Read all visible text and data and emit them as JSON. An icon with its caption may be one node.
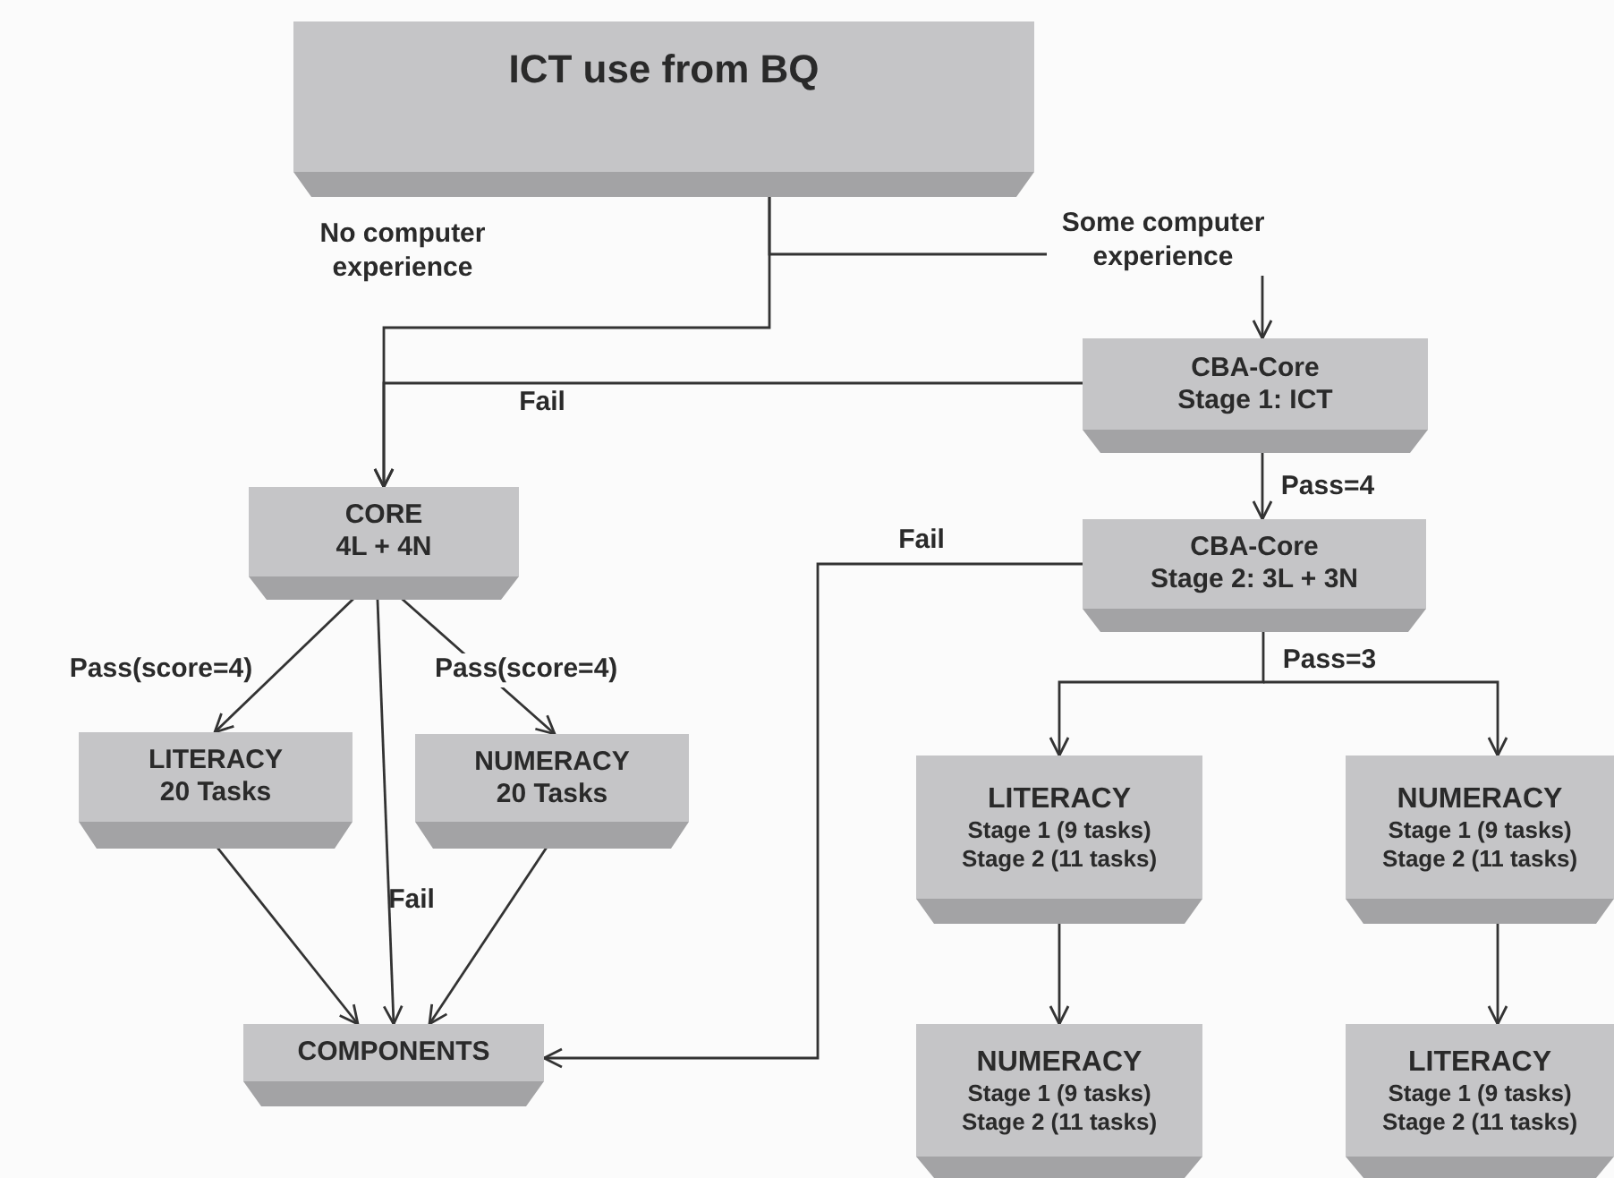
{
  "diagram": {
    "nodes": [
      {
        "text": [
          "ICT use from BQ"
        ]
      },
      {
        "text": [
          "CBA-Core",
          "Stage 1: ICT"
        ]
      },
      {
        "text": [
          "CORE",
          "4L + 4N"
        ]
      },
      {
        "text": [
          "CBA-Core",
          "Stage 2: 3L + 3N"
        ]
      },
      {
        "text": [
          "LITERACY",
          "20 Tasks"
        ]
      },
      {
        "text": [
          "NUMERACY",
          "20 Tasks"
        ]
      },
      {
        "text": [
          "COMPONENTS"
        ]
      },
      {
        "text": [
          "LITERACY",
          "Stage 1 (9 tasks)",
          "Stage 2 (11 tasks)"
        ]
      },
      {
        "text": [
          "NUMERACY",
          "Stage 1 (9 tasks)",
          "Stage 2 (11 tasks)"
        ]
      },
      {
        "text": [
          "NUMERACY",
          "Stage 1 (9 tasks)",
          "Stage 2 (11 tasks)"
        ]
      },
      {
        "text": [
          "LITERACY",
          "Stage 1 (9 tasks)",
          "Stage 2 (11 tasks)"
        ]
      }
    ],
    "edges": [
      {
        "from": 0,
        "to": 2,
        "arrow": "to",
        "label": "No computer experience"
      },
      {
        "from": 0,
        "to": 1,
        "arrow": "to",
        "label": "Some computer experience"
      },
      {
        "from": 1,
        "to": 2,
        "arrow": "to",
        "label": "Fail"
      },
      {
        "from": 1,
        "to": 3,
        "arrow": "to",
        "label": "Pass=4"
      },
      {
        "from": 3,
        "to": 6,
        "arrow": "to",
        "label": "Fail"
      },
      {
        "from": 3,
        "to": 7,
        "arrow": "to",
        "label": "Pass=3"
      },
      {
        "from": 3,
        "to": 8,
        "arrow": "to"
      },
      {
        "from": 2,
        "to": 4,
        "arrow": "to",
        "label": "Pass(score=4)"
      },
      {
        "from": 2,
        "to": 5,
        "arrow": "to",
        "label": "Pass(score=4)"
      },
      {
        "from": 2,
        "to": 6,
        "arrow": "to",
        "label": "Fail"
      },
      {
        "from": 4,
        "to": 6,
        "arrow": "to"
      },
      {
        "from": 5,
        "to": 6,
        "arrow": "to"
      },
      {
        "from": 7,
        "to": 9,
        "arrow": "to"
      },
      {
        "from": 8,
        "to": 10,
        "arrow": "to"
      }
    ]
  }
}
